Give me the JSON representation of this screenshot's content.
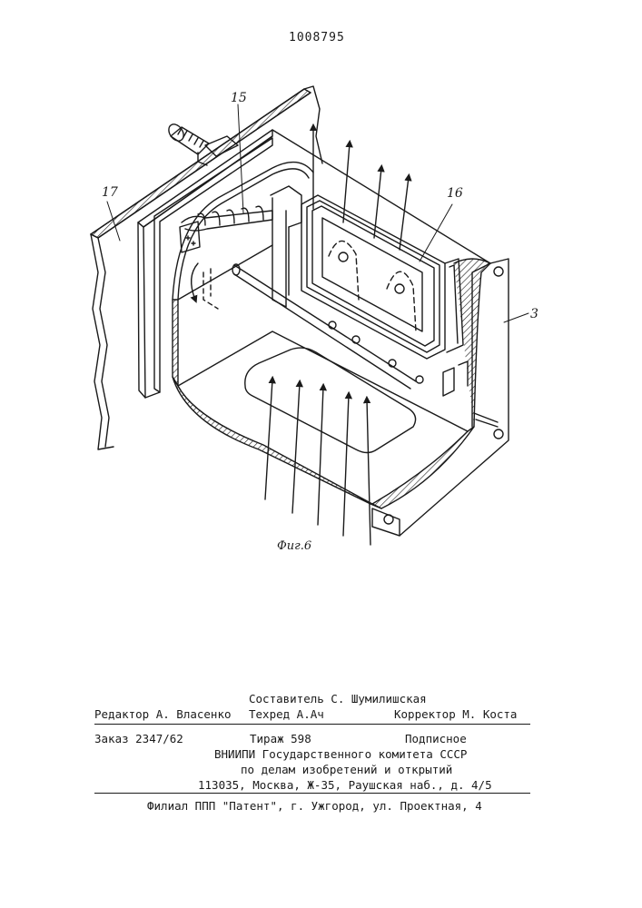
{
  "patent_number": "1008795",
  "figure": {
    "caption": "Фиг.6",
    "callouts": [
      "15",
      "16",
      "17",
      "3"
    ]
  },
  "imprint": {
    "compiler": "Составитель С. Шумилишская",
    "editor": "Редактор  А. Власенко",
    "techred": "Техред А.Ач",
    "corrector": "Корректор М. Коста",
    "order": "Заказ 2347/62",
    "circulation": "Тираж 598",
    "subscription": "Подписное",
    "org_line1": "ВНИИПИ Государственного комитета СССР",
    "org_line2": "по делам изобретений и открытий",
    "address": "113035, Москва, Ж-35, Раушская наб., д. 4/5",
    "branch": "Филиал ППП \"Патент\", г. Ужгород, ул. Проектная, 4"
  }
}
